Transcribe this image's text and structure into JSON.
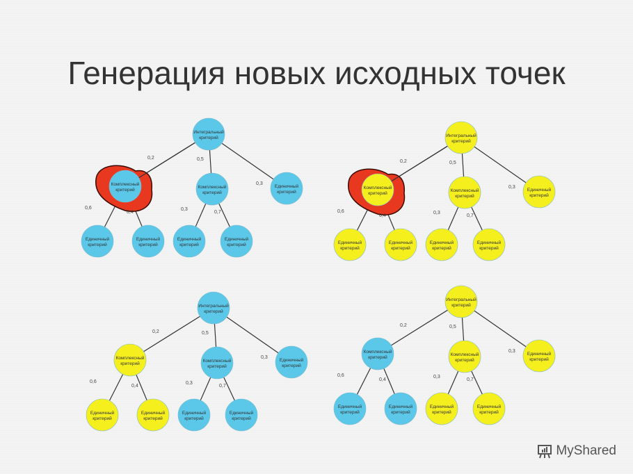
{
  "title": "Генерация новых исходных точек",
  "colors": {
    "blue": "#5bc8ea",
    "yellow": "#f6ef1e",
    "highlight": "#e8381f"
  },
  "labels": {
    "root": [
      "Интегральный",
      "критерий"
    ],
    "complex": [
      "Комплексный",
      "критерий"
    ],
    "single": [
      "Единичный",
      "критерий"
    ]
  },
  "weights": [
    "0,2",
    "0,5",
    "0,3",
    "0,6",
    "0,4",
    "0,3",
    "0,7"
  ],
  "trees": [
    {
      "highlight": true,
      "colors": {
        "root": "blue",
        "c1": "blue",
        "c2": "blue",
        "s": "blue",
        "l1": "blue",
        "l2": "blue",
        "l3": "blue",
        "l4": "blue"
      }
    },
    {
      "highlight": true,
      "colors": {
        "root": "yellow",
        "c1": "yellow",
        "c2": "yellow",
        "s": "yellow",
        "l1": "yellow",
        "l2": "yellow",
        "l3": "yellow",
        "l4": "yellow"
      }
    },
    {
      "highlight": false,
      "colors": {
        "root": "blue",
        "c1": "yellow",
        "c2": "blue",
        "s": "blue",
        "l1": "yellow",
        "l2": "yellow",
        "l3": "blue",
        "l4": "blue"
      }
    },
    {
      "highlight": false,
      "colors": {
        "root": "yellow",
        "c1": "blue",
        "c2": "yellow",
        "s": "yellow",
        "l1": "blue",
        "l2": "blue",
        "l3": "yellow",
        "l4": "yellow"
      }
    }
  ],
  "logo": "MyShared"
}
